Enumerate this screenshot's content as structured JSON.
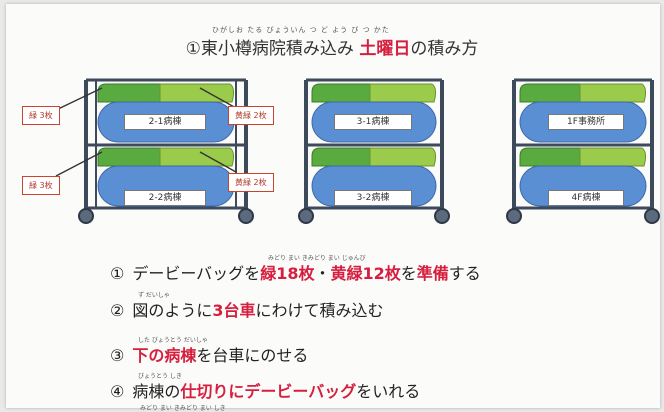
{
  "title": {
    "prefix": "①東小樽病院積み込み",
    "highlight": "土曜日",
    "suffix": "の積み方",
    "ruby": "ひがしお たる びょういん つ  ど よう び  つ  かた"
  },
  "carts": [
    {
      "top_label": "2-1病棟",
      "bottom_label": "2-2病棟"
    },
    {
      "top_label": "3-1病棟",
      "bottom_label": "3-2病棟"
    },
    {
      "top_label": "1F事務所",
      "bottom_label": "4F病棟"
    }
  ],
  "callouts": {
    "left_top": "緑 3枚",
    "left_bottom": "緑 3枚",
    "right_top": "黄緑 2枚",
    "right_bottom": "黄緑 2枚"
  },
  "steps": [
    {
      "num": "①",
      "parts": [
        {
          "text": "デービーバッグを",
          "hl": false
        },
        {
          "text": "緑18枚",
          "hl": true
        },
        {
          "text": "・",
          "hl": false
        },
        {
          "text": "黄緑12枚",
          "hl": true
        },
        {
          "text": "を",
          "hl": false
        },
        {
          "text": "準備",
          "hl": true
        },
        {
          "text": "する",
          "hl": false
        }
      ],
      "ruby": "みどり  まい   きみどり    まい   じゅんび"
    },
    {
      "num": "②",
      "parts": [
        {
          "text": "図のように",
          "hl": false
        },
        {
          "text": "3台車",
          "hl": true
        },
        {
          "text": "にわけて積み込む",
          "hl": false
        }
      ],
      "ruby": "ず           だいしゃ"
    },
    {
      "num": "③",
      "parts": [
        {
          "text": "下の病棟",
          "hl": true
        },
        {
          "text": "を台車にのせる",
          "hl": false
        }
      ],
      "ruby": "した   びょうとう      だいしゃ"
    },
    {
      "num": "④",
      "parts": [
        {
          "text": "病棟の",
          "hl": false
        },
        {
          "text": "仕切りに",
          "hl": true
        },
        {
          "text": "デービーバッグ",
          "hl": true
        },
        {
          "text": "をいれる",
          "hl": false
        }
      ],
      "ruby": "びょうとう    しき"
    }
  ],
  "bottom_ruby": "みどり    まい    きみどり        まい                   しき",
  "colors": {
    "green": "#5aab3f",
    "light_green": "#9acb4a",
    "blue": "#5b8fd3",
    "frame": "#3d4a5c",
    "red": "#d61f3f"
  }
}
